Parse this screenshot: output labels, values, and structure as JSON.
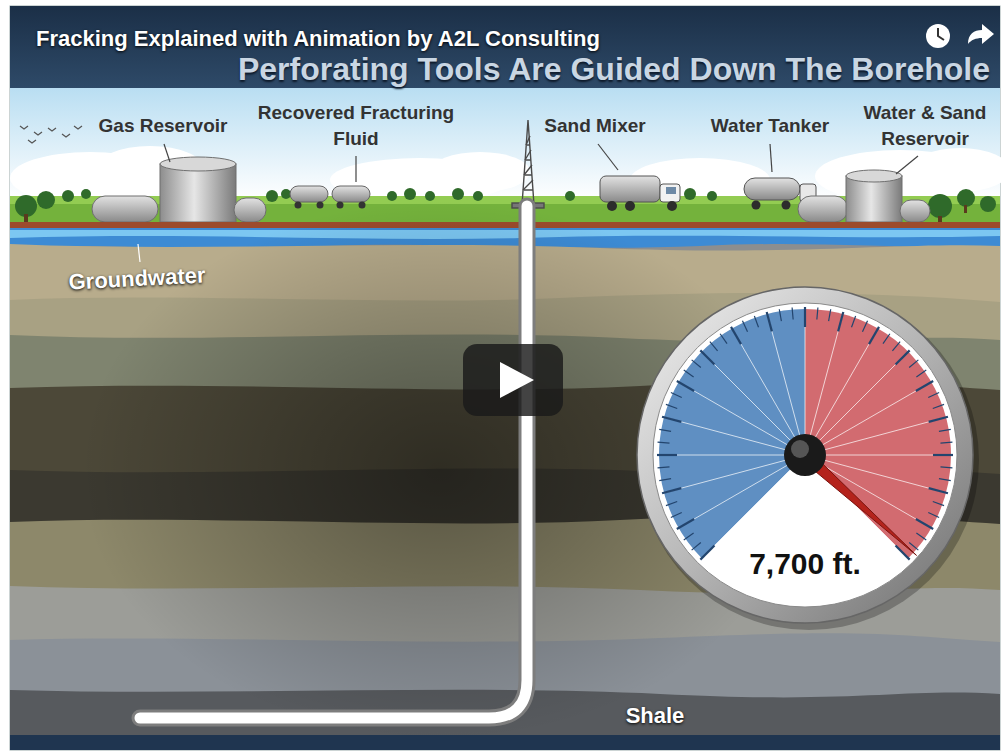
{
  "diagram": {
    "title": "Fracking Explained with Animation by A2L Consulting",
    "labels": [
      "Perforating Tools Are Guided Down The Borehole",
      "Gas Reservoir",
      "Recovered Fracturing Fluid",
      "Sand Mixer",
      "Water Tanker",
      "Water & Sand Reservoir",
      "Groundwater",
      "7,700 ft.",
      "Shale"
    ]
  }
}
